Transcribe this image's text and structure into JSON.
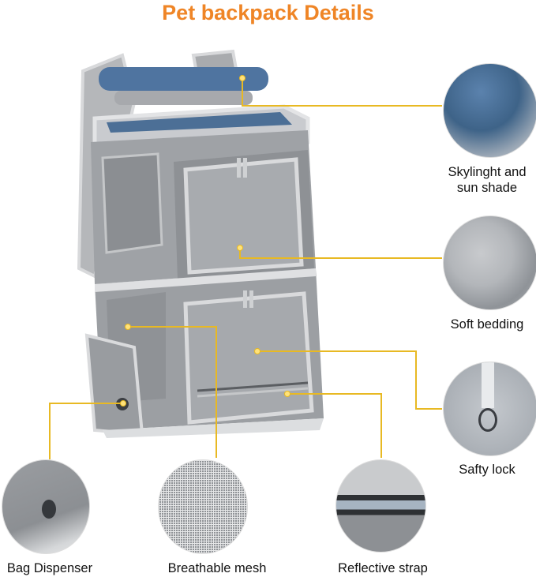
{
  "title": "Pet backpack Details",
  "accent_color": "#ef8526",
  "callout_color": "#e8b923",
  "features": [
    {
      "label_line1": "Skylinght and",
      "label_line2": "sun shade"
    },
    {
      "label": "Soft bedding"
    },
    {
      "label": "Safty lock"
    },
    {
      "label": "Bag Dispenser"
    },
    {
      "label": "Breathable mesh"
    },
    {
      "label": "Reflective strap"
    }
  ]
}
